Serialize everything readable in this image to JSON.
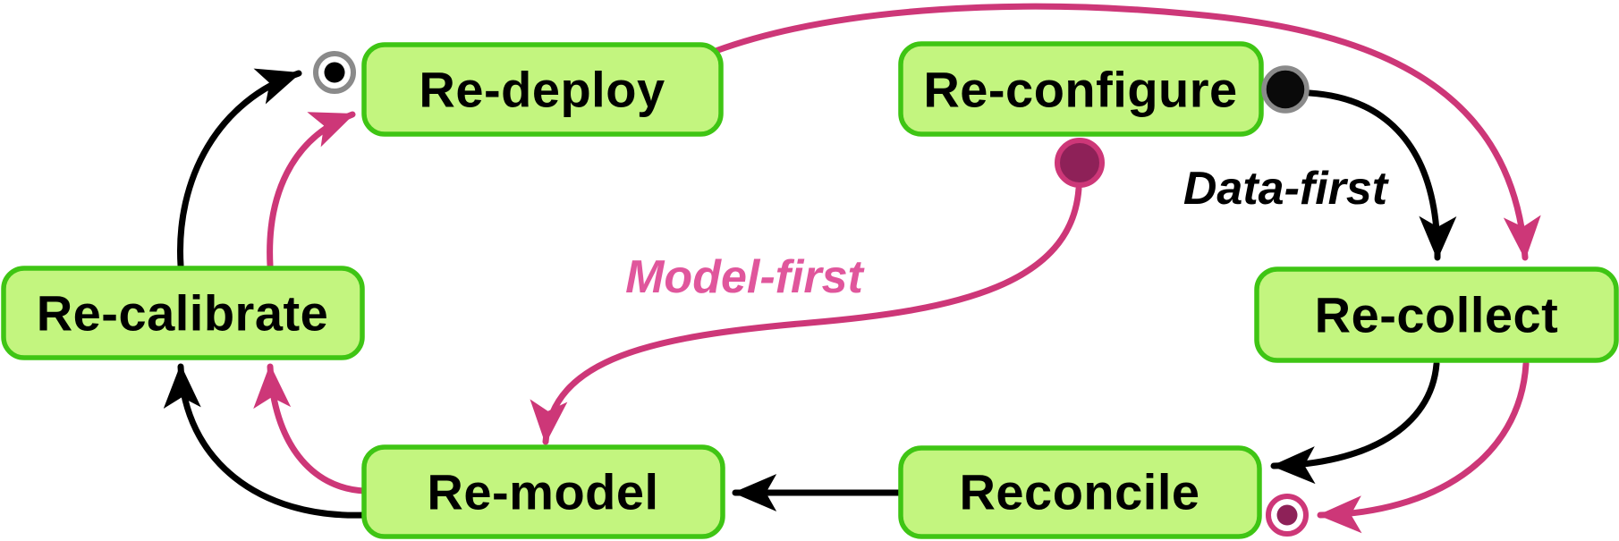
{
  "diagram": {
    "type": "state-machine",
    "nodes": [
      {
        "id": "re-deploy",
        "label": "Re-deploy"
      },
      {
        "id": "re-configure",
        "label": "Re-configure"
      },
      {
        "id": "re-calibrate",
        "label": "Re-calibrate"
      },
      {
        "id": "re-collect",
        "label": "Re-collect"
      },
      {
        "id": "re-model",
        "label": "Re-model"
      },
      {
        "id": "reconcile",
        "label": "Reconcile"
      }
    ],
    "edge_labels": [
      {
        "id": "data-first",
        "label": "Data-first"
      },
      {
        "id": "model-first",
        "label": "Model-first"
      }
    ],
    "flows": [
      {
        "name": "Data-first",
        "color": "#000000",
        "sequence": [
          "initial-state",
          "Re-collect",
          "Reconcile",
          "Re-model",
          "Re-calibrate",
          "final-state"
        ]
      },
      {
        "name": "Model-first",
        "color": "#cd3778",
        "sequence": [
          "initial-state",
          "Re-model",
          "Re-calibrate",
          "Re-deploy",
          "Re-collect",
          "final-state"
        ]
      }
    ],
    "transitions": [
      {
        "from": "initial (black dot, right of Re-configure)",
        "to": "Re-collect",
        "color": "#000000",
        "label": "Data-first"
      },
      {
        "from": "Re-collect",
        "to": "Reconcile",
        "color": "#000000",
        "label": ""
      },
      {
        "from": "Reconcile",
        "to": "Re-model",
        "color": "#000000",
        "label": ""
      },
      {
        "from": "Re-model",
        "to": "Re-calibrate",
        "color": "#000000",
        "label": ""
      },
      {
        "from": "Re-calibrate",
        "to": "final (circled dot, left of Re-deploy)",
        "color": "#000000",
        "label": ""
      },
      {
        "from": "initial (pink dot, below Re-configure)",
        "to": "Re-model",
        "color": "#cd3778",
        "label": "Model-first"
      },
      {
        "from": "Re-model",
        "to": "Re-calibrate",
        "color": "#cd3778",
        "label": ""
      },
      {
        "from": "Re-calibrate",
        "to": "Re-deploy",
        "color": "#cd3778",
        "label": ""
      },
      {
        "from": "Re-deploy",
        "to": "Re-collect",
        "color": "#cd3778",
        "label": ""
      },
      {
        "from": "Re-collect",
        "to": "final (pink circled dot, right of Reconcile)",
        "color": "#cd3778",
        "label": ""
      }
    ],
    "colors": {
      "background": "#ffffff",
      "node_fill": "#c3f57f",
      "node_border": "#3fc514",
      "node_text": "#000000",
      "black_flow": "#000000",
      "pink_flow": "#cd3778",
      "pink_label_text": "#e0569c",
      "marker_gray_ring": "#8a8a8a",
      "marker_black_fill": "#0a0a0a",
      "marker_dark_pink_fill": "#8e2158",
      "marker_white": "#ffffff"
    }
  }
}
